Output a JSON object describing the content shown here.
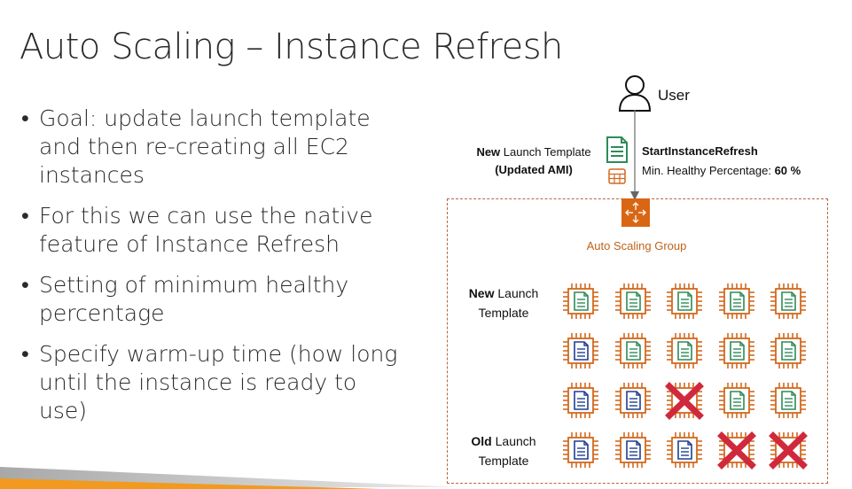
{
  "slide": {
    "title": "Auto Scaling – Instance Refresh"
  },
  "bullets": [
    "Goal: update launch template and then re-creating all EC2 instances",
    "For this we can use the native feature of Instance Refresh",
    "Setting of minimum healthy percentage",
    "Specify warm-up time (how long until the instance is ready to use)"
  ],
  "diagram": {
    "user_label": "User",
    "template": {
      "bold": "New",
      "rest": " Launch Template",
      "line2": "(Updated AMI)"
    },
    "refresh": {
      "action": "StartInstanceRefresh",
      "min_healthy_label": "Min. Healthy Percentage: ",
      "min_healthy_value": "60 %"
    },
    "asg_label": "Auto Scaling Group",
    "new_template_label": {
      "bold": "New",
      "rest": " Launch",
      "line2": "Template"
    },
    "old_template_label": {
      "bold": "Old",
      "rest": " Launch",
      "line2": "Template"
    },
    "colors": {
      "chip": "#d2691e",
      "new_doc": "#2e8b57",
      "old_doc": "#1f3f8f",
      "terminated": "#d0293b",
      "asg": "#d86613",
      "border": "#b5673b"
    },
    "grid": [
      [
        "new",
        "new",
        "new",
        "new",
        "new"
      ],
      [
        "old",
        "new",
        "new",
        "new",
        "new"
      ],
      [
        "old",
        "old",
        "terminated",
        "new",
        "new"
      ],
      [
        "old",
        "old",
        "old",
        "terminated",
        "terminated"
      ]
    ]
  }
}
